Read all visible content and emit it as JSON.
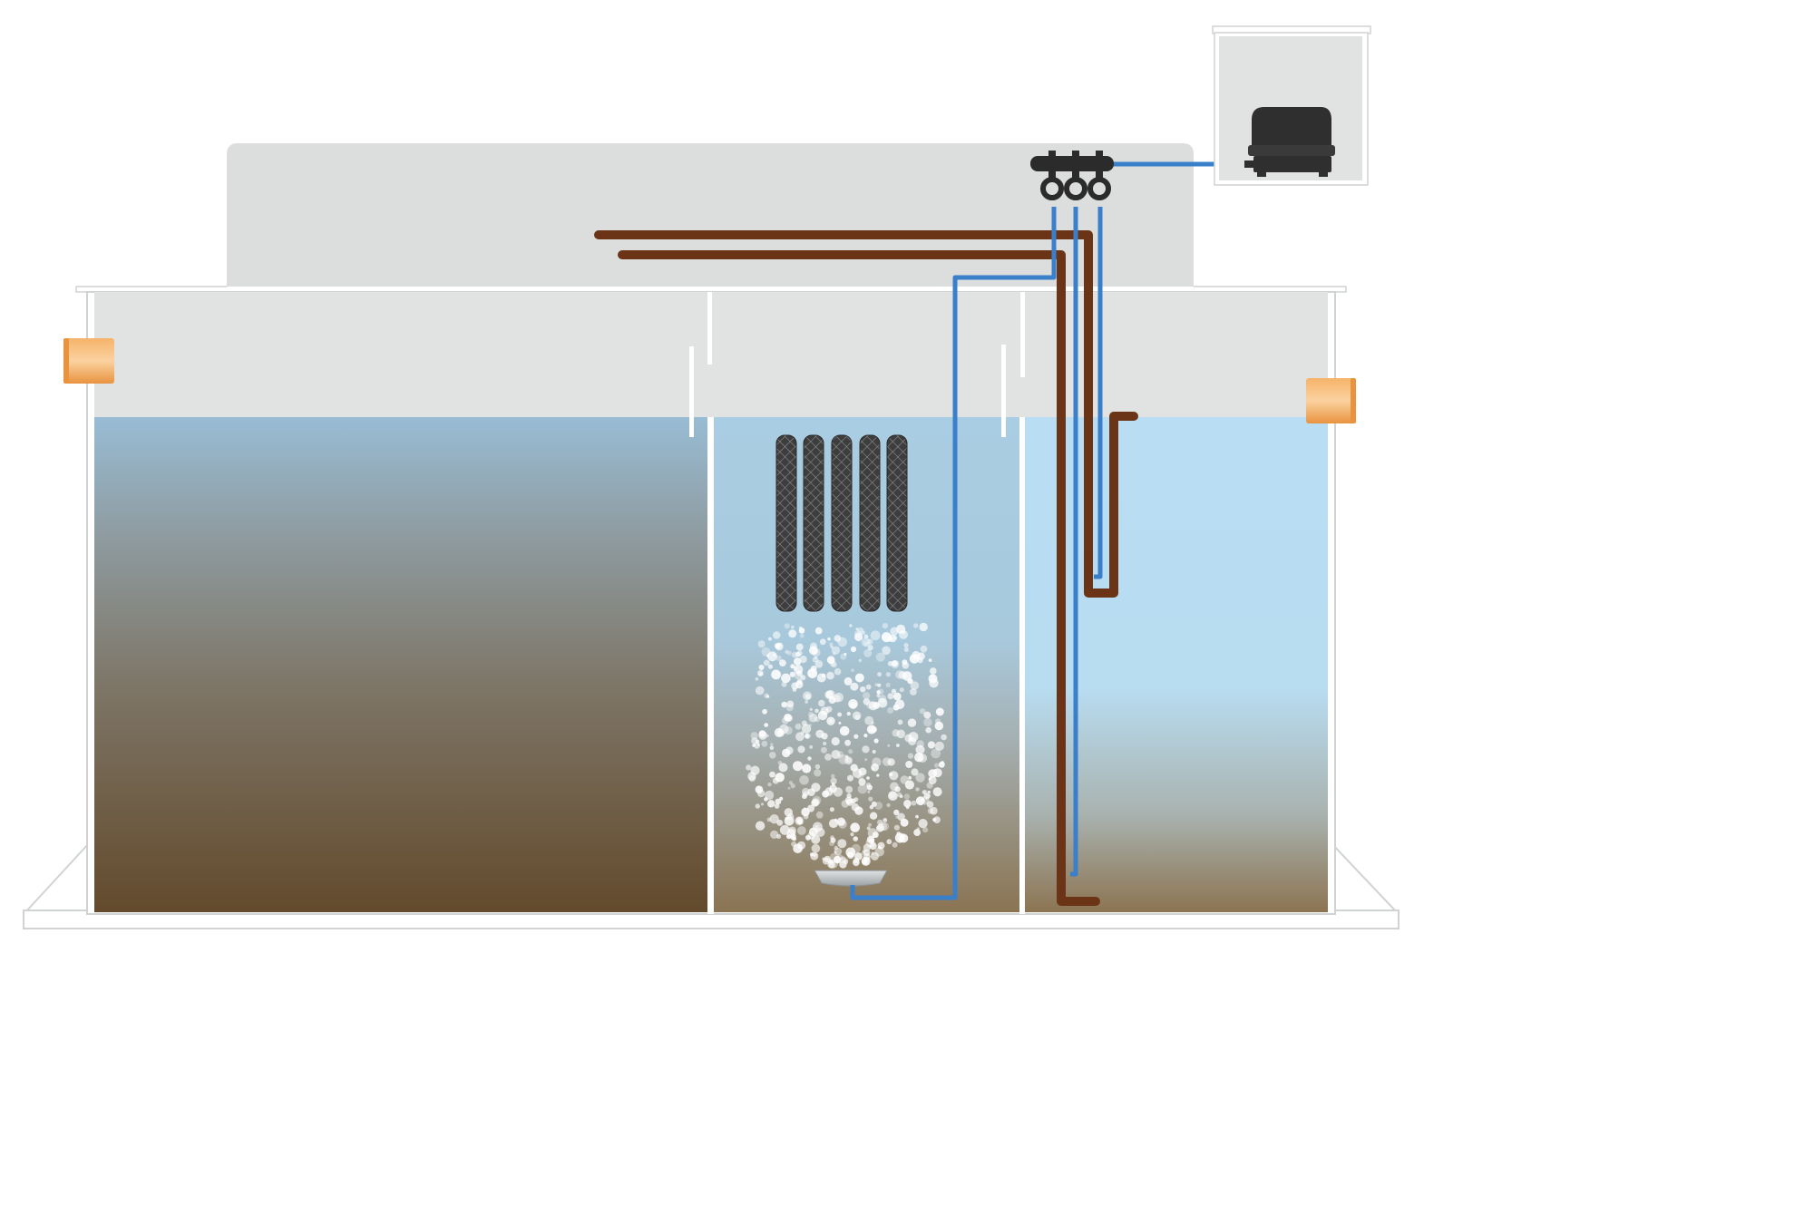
{
  "colors": {
    "background": "#ffffff",
    "lid": "#dcdedd",
    "headspace": "#e1e3e2",
    "tank_wall": "#ffffff",
    "tank_outline": "#cfd3d2",
    "primary_water_top": "#98bcd4",
    "primary_water_mid": "#8a8c7c",
    "primary_water_bottom": "#634a2c",
    "aeration_water_top": "#a9cde2",
    "aeration_water_bottom": "#8a7452",
    "clarifier_water_top": "#b9ddf2",
    "clarifier_water_bottom": "#8c7452",
    "inlet_outlet_pipe": "#f0a45c",
    "air_line": "#3a7fca",
    "sludge_return_pipe": "#6b3416",
    "blower": "#2f2f2f",
    "blower_housing": "#e1e3e2",
    "media_block": "#444444",
    "bubbles": "#ffffff",
    "diffuser": "#b8bcbd"
  },
  "components": {
    "inlet_pipe": "inlet-pipe",
    "outlet_pipe": "outlet-pipe",
    "primary_chamber": "primary-settlement-chamber",
    "aeration_chamber": "aeration-chamber",
    "clarifier_chamber": "clarifier-chamber",
    "media_count": 5,
    "air_blower": "air-blower",
    "air_manifold_valves": 3
  }
}
